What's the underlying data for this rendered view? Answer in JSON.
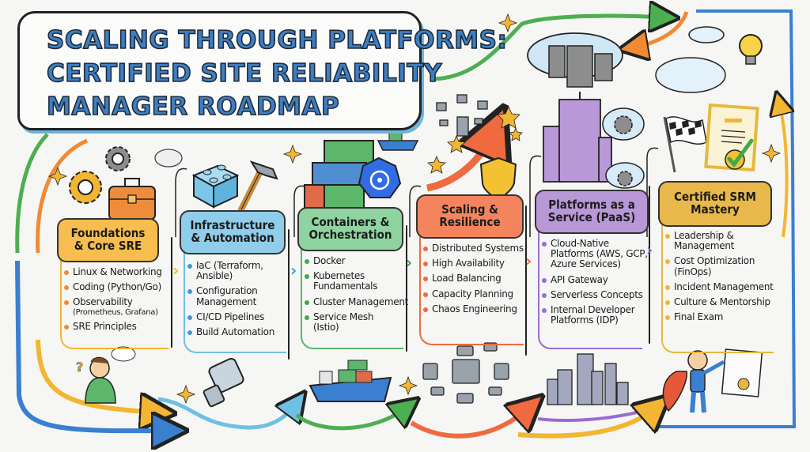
{
  "title": {
    "line1": "SCALING THROUGH PLATFORMS:",
    "line2": "CERTIFIED SITE RELIABILITY",
    "line3": "MANAGER ROADMAP"
  },
  "colors": {
    "title_fill": "#3f7ec2",
    "foundations": "#f7bd4f",
    "infrastructure": "#8fcdea",
    "containers": "#8fd3a0",
    "scaling": "#f4845e",
    "paas": "#b898d6",
    "certified": "#e9b84a"
  },
  "stages": [
    {
      "id": "foundations",
      "heading": [
        "Foundations",
        "& Core SRE"
      ],
      "items": [
        {
          "text": "Linux & Networking"
        },
        {
          "text": "Coding (Python/Go)"
        },
        {
          "text": "Observability",
          "sub": "(Prometheus, Grafana)"
        },
        {
          "text": "SRE Principles"
        }
      ],
      "icons": [
        "gear-icon",
        "toolbox-icon",
        "thought-cloud-icon",
        "thinking-person-icon"
      ]
    },
    {
      "id": "infrastructure",
      "heading": [
        "Infrastructure",
        "& Automation"
      ],
      "items": [
        {
          "text": "IaC (Terraform,",
          "cont": "Ansible)"
        },
        {
          "text": "Configuration",
          "cont": "Management"
        },
        {
          "text": "CI/CD Pipelines"
        },
        {
          "text": "Build Automation"
        }
      ],
      "icons": [
        "building-block-icon",
        "hammer-icon",
        "robot-hand-icon"
      ]
    },
    {
      "id": "containers",
      "heading": [
        "Containers &",
        "Orchestration"
      ],
      "items": [
        {
          "text": "Docker"
        },
        {
          "text": "Kubernetes",
          "cont": "Fundamentals"
        },
        {
          "text": "Cluster Management"
        },
        {
          "text": "Service Mesh",
          "cont": "(Istio)"
        }
      ],
      "icons": [
        "shipping-containers-icon",
        "kubernetes-icon",
        "container-ship-icon"
      ]
    },
    {
      "id": "scaling",
      "heading": [
        "Scaling &",
        "Resilience"
      ],
      "items": [
        {
          "text": "Distributed Systems"
        },
        {
          "text": "High Availability"
        },
        {
          "text": "Load Balancing"
        },
        {
          "text": "Capacity Planning"
        },
        {
          "text": "Chaos Engineering"
        }
      ],
      "icons": [
        "network-diagram-icon",
        "growth-arrow-icon",
        "shield-icon",
        "server-cluster-icon"
      ]
    },
    {
      "id": "paas",
      "heading": [
        "Platforms as a",
        "Service (PaaS)"
      ],
      "items": [
        {
          "text": "Cloud-Native",
          "cont": "Platforms (AWS, GCP,",
          "cont2": "Azure Services)"
        },
        {
          "text": "API Gateway"
        },
        {
          "text": "Serverless Concepts"
        },
        {
          "text": "Internal Developer",
          "cont": "Platforms (IDP)"
        }
      ],
      "icons": [
        "cloud-servers-icon",
        "office-building-icon",
        "cloud-gear-icon",
        "city-skyline-icon"
      ]
    },
    {
      "id": "certified",
      "heading": [
        "Certified SRM",
        "Mastery"
      ],
      "items": [
        {
          "text": "Leadership &",
          "cont": "Management"
        },
        {
          "text": "Cost Optimization",
          "cont": "(FinOps)"
        },
        {
          "text": "Incident Management"
        },
        {
          "text": "Culture & Mentorship"
        },
        {
          "text": "Final Exam"
        }
      ],
      "icons": [
        "checkered-flag-icon",
        "certificate-icon",
        "lightbulb-icon",
        "superhero-icon"
      ]
    }
  ]
}
